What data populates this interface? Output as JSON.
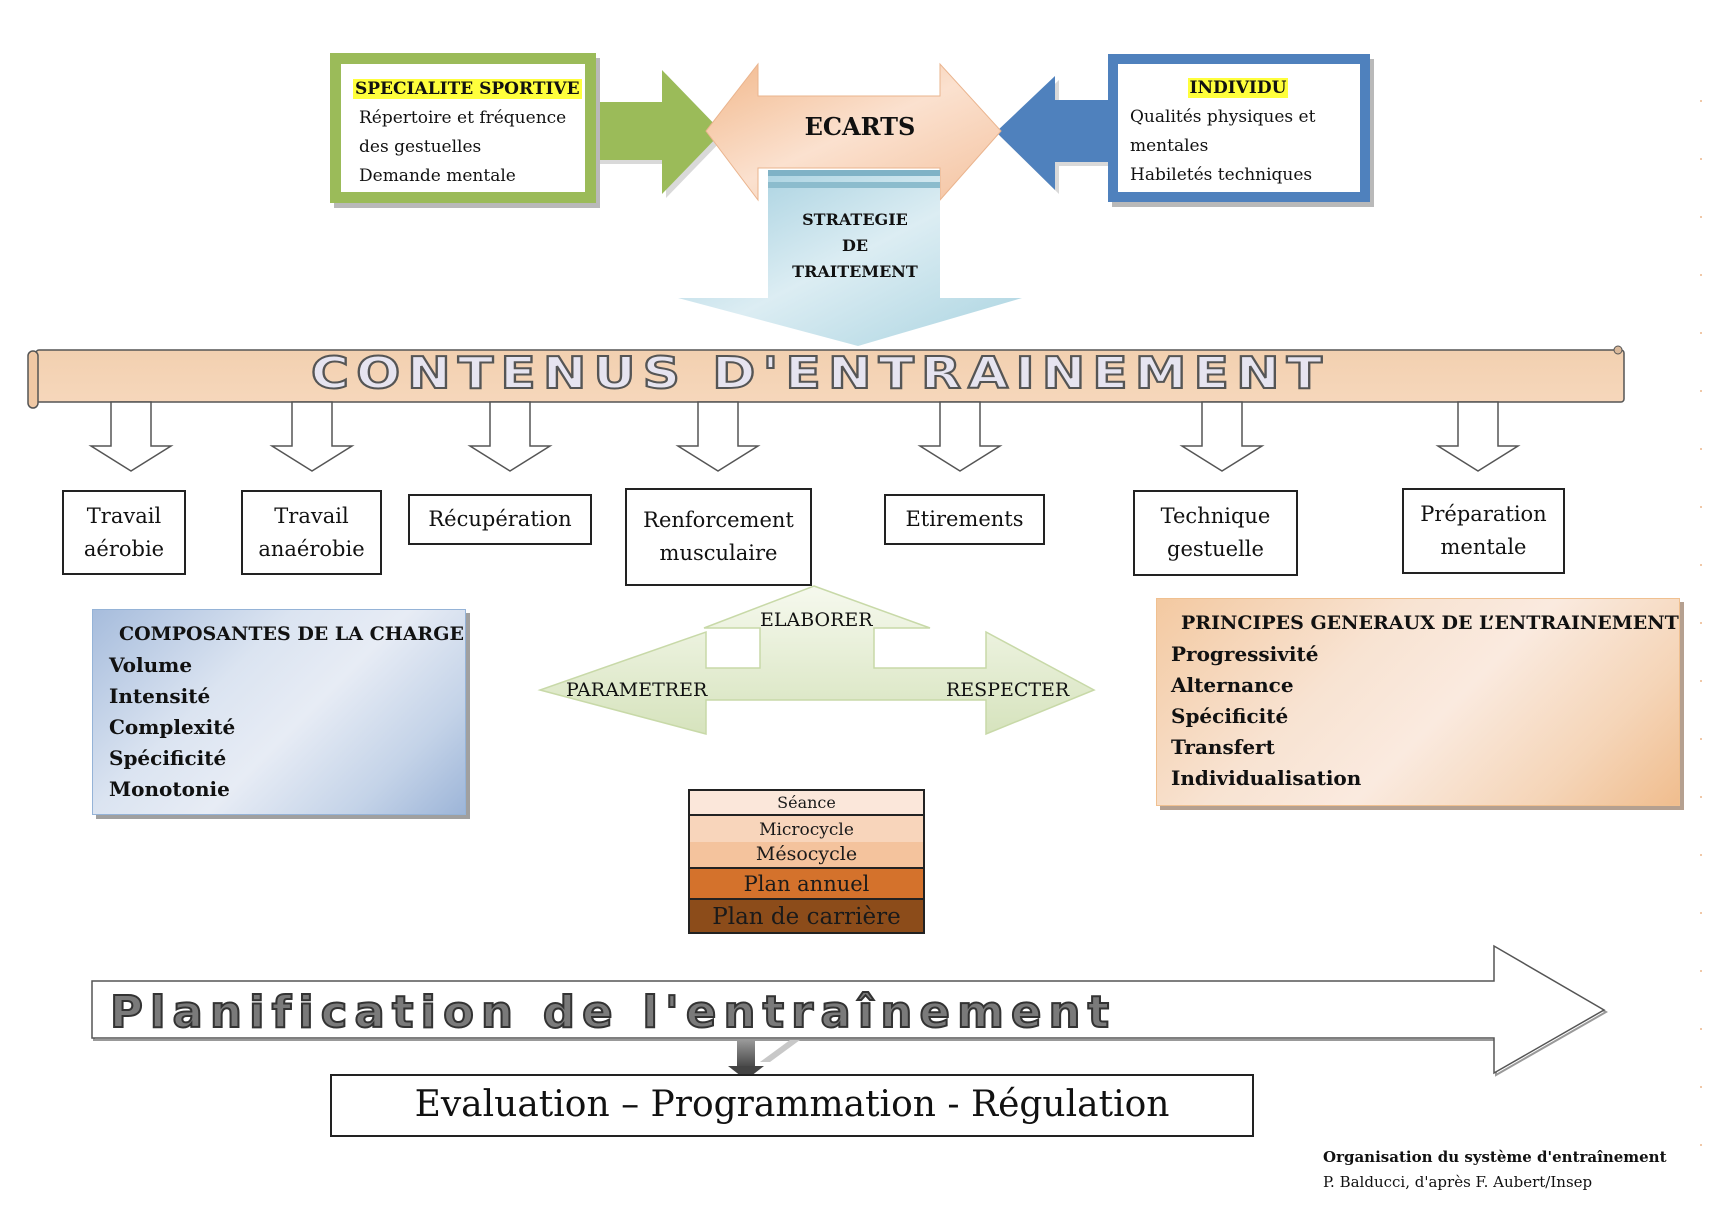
{
  "source_boxes": {
    "specialite": {
      "title": "SPECIALITE SPORTIVE",
      "lines": [
        "Répertoire et fréquence",
        "des gestuelles",
        "Demande mentale"
      ],
      "color": "#9bbb59"
    },
    "individu": {
      "title": "INDIVIDU",
      "lines": [
        "Qualités physiques et",
        "mentales",
        "Habiletés techniques"
      ],
      "color": "#4f81bd"
    }
  },
  "ecarts": {
    "label": "ECARTS",
    "color": "#f8cba8"
  },
  "strategie": {
    "lines": [
      "STRATEGIE",
      "DE",
      "TRAITEMENT"
    ],
    "color": "#b7dde8"
  },
  "banner": {
    "title": "CONTENUS D'ENTRAINEMENT",
    "color": "#f5d3b3"
  },
  "contents": [
    {
      "lines": [
        "Travail",
        "aérobie"
      ]
    },
    {
      "lines": [
        "Travail",
        "anaérobie"
      ]
    },
    {
      "lines": [
        "Récupération"
      ]
    },
    {
      "lines": [
        "Renforcement",
        "musculaire"
      ]
    },
    {
      "lines": [
        "Etirements"
      ]
    },
    {
      "lines": [
        "Technique",
        "gestuelle"
      ]
    },
    {
      "lines": [
        "Préparation",
        "mentale"
      ]
    }
  ],
  "charge_panel": {
    "title": "COMPOSANTES DE LA CHARGE",
    "items": [
      "Volume",
      "Intensité",
      "Complexité",
      "Spécificité",
      "Monotonie"
    ]
  },
  "principes_panel": {
    "title": "PRINCIPES GENERAUX DE L’ENTRAINEMENT",
    "items": [
      "Progressivité",
      "Alternance",
      "Spécificité",
      "Transfert",
      "Individualisation"
    ]
  },
  "verbs": {
    "up": "ELABORER",
    "left": "PARAMETRER",
    "right": "RESPECTER"
  },
  "cycles": [
    {
      "label": "Séance",
      "color": "#fbe7da"
    },
    {
      "label": "Microcycle",
      "color": "#f8d5bb"
    },
    {
      "label": "Mésocycle",
      "color": "#f4c39d"
    },
    {
      "label": "Plan annuel",
      "color": "#d4722c"
    },
    {
      "label": "Plan de carrière",
      "color": "#8c4c1a"
    }
  ],
  "planification": {
    "title": "Planification de l'entraînement"
  },
  "evaluation": {
    "label": "Evaluation – Programmation - Régulation"
  },
  "credit": {
    "title": "Organisation du système d'entraînement",
    "subtitle": "P. Balducci, d'après F. Aubert/Insep"
  }
}
